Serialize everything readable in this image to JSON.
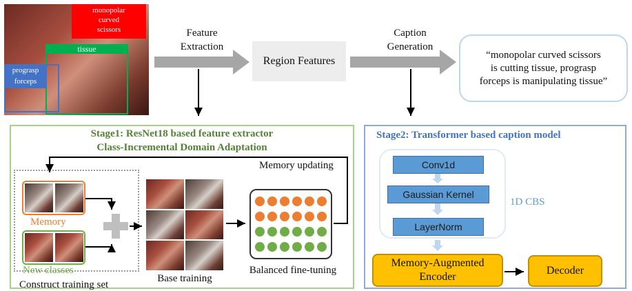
{
  "image_labels": {
    "scissors": "monopolar\ncurved\nscissors",
    "tissue": "tissue",
    "forceps": "prograsp\nforceps"
  },
  "top_flow": {
    "feature_extraction": "Feature\nExtraction",
    "region_features": "Region Features",
    "caption_generation": "Caption\nGeneration",
    "caption_output": "“monopolar curved scissors\nis cutting tissue, prograsp\nforceps is manipulating tissue”"
  },
  "stage1": {
    "title_line1": "Stage1: ResNet18 based feature extractor",
    "title_line2": "Class-Incremental Domain Adaptation",
    "memory_updating": "Memory updating",
    "memory_label": "Memory",
    "new_classes_label": "New classes",
    "construct_label": "Construct training set",
    "base_training": "Base training",
    "balanced_finetuning": "Balanced fine-tuning"
  },
  "stage2": {
    "title": "Stage2: Transformer based caption model",
    "conv": "Conv1d",
    "gaussian": "Gaussian Kernel",
    "layernorm": "LayerNorm",
    "cbs_label": "1D CBS",
    "encoder": "Memory-Augmented\nEncoder",
    "decoder": "Decoder"
  },
  "colors": {
    "scissors_box": "#ff0000",
    "tissue_box": "#00b050",
    "forceps_box": "#4472c4",
    "memory_orange": "#ed7d31",
    "new_green": "#70ad47",
    "stage1_border": "#a8d08d",
    "stage2_border": "#8eaadb",
    "block_blue": "#5b9bd5",
    "block_yellow": "#ffc000",
    "arrow_gray": "#a6a6a6"
  }
}
